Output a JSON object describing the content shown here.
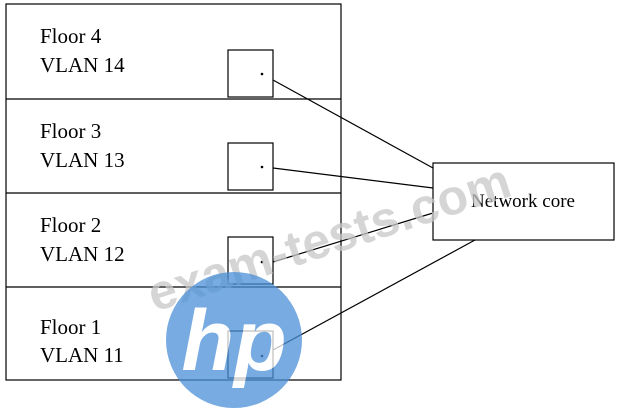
{
  "floors": [
    {
      "floor": "Floor 4",
      "vlan": "VLAN 14"
    },
    {
      "floor": "Floor 3",
      "vlan": "VLAN 13"
    },
    {
      "floor": "Floor 2",
      "vlan": "VLAN 12"
    },
    {
      "floor": "Floor 1",
      "vlan": "VLAN 11"
    }
  ],
  "core": {
    "label": "Network core"
  },
  "watermark": {
    "text": "exam-tests.com",
    "logo_text": "hp",
    "color": "#c8c8c8",
    "logo_color": "#4a90d9"
  }
}
